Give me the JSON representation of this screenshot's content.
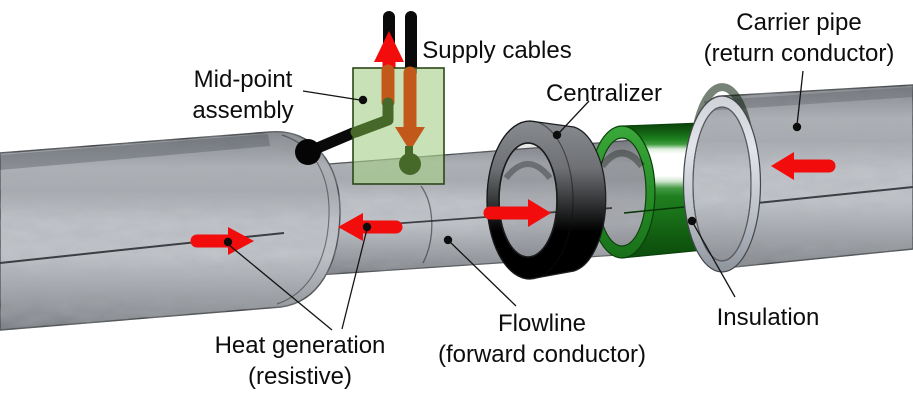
{
  "figure": {
    "background": "#ffffff",
    "labels": {
      "mid_point_assembly": {
        "line1": "Mid-point",
        "line2": "assembly"
      },
      "supply_cables": {
        "text": "Supply cables"
      },
      "centralizer": {
        "text": "Centralizer"
      },
      "carrier_pipe": {
        "line1": "Carrier pipe",
        "line2": "(return conductor)"
      },
      "heat_generation": {
        "line1": "Heat generation",
        "line2": "(resistive)"
      },
      "flowline": {
        "line1": "Flowline",
        "line2": "(forward conductor)"
      },
      "insulation": {
        "text": "Insulation"
      }
    },
    "colors": {
      "flow_arrow_red": "#f20c0c",
      "supply_cable_black": "#0a0a0a",
      "cable_orange": "#c2591a",
      "connector_dark_green": "#466828",
      "assembly_box_fill": "rgba(168,206,138,0.62)",
      "assembly_box_border": "#2c4618",
      "insulation_green": "#1d851d",
      "insulation_ring_green": "#2f9e2f",
      "pipe_gray": "#b5b8bd",
      "centralizer_gray": "#606265",
      "leader_line": "#141414"
    },
    "current_flow_arrows": [
      {
        "id": "supply-cable-arrow",
        "direction": "up"
      },
      {
        "id": "left-carrier-pipe-arrow",
        "direction": "right"
      },
      {
        "id": "flowline-midpoint-arrow",
        "direction": "left"
      },
      {
        "id": "flowline-centralizer-arrow",
        "direction": "right"
      },
      {
        "id": "carrier-pipe-opening-arrow",
        "direction": "left"
      }
    ]
  }
}
